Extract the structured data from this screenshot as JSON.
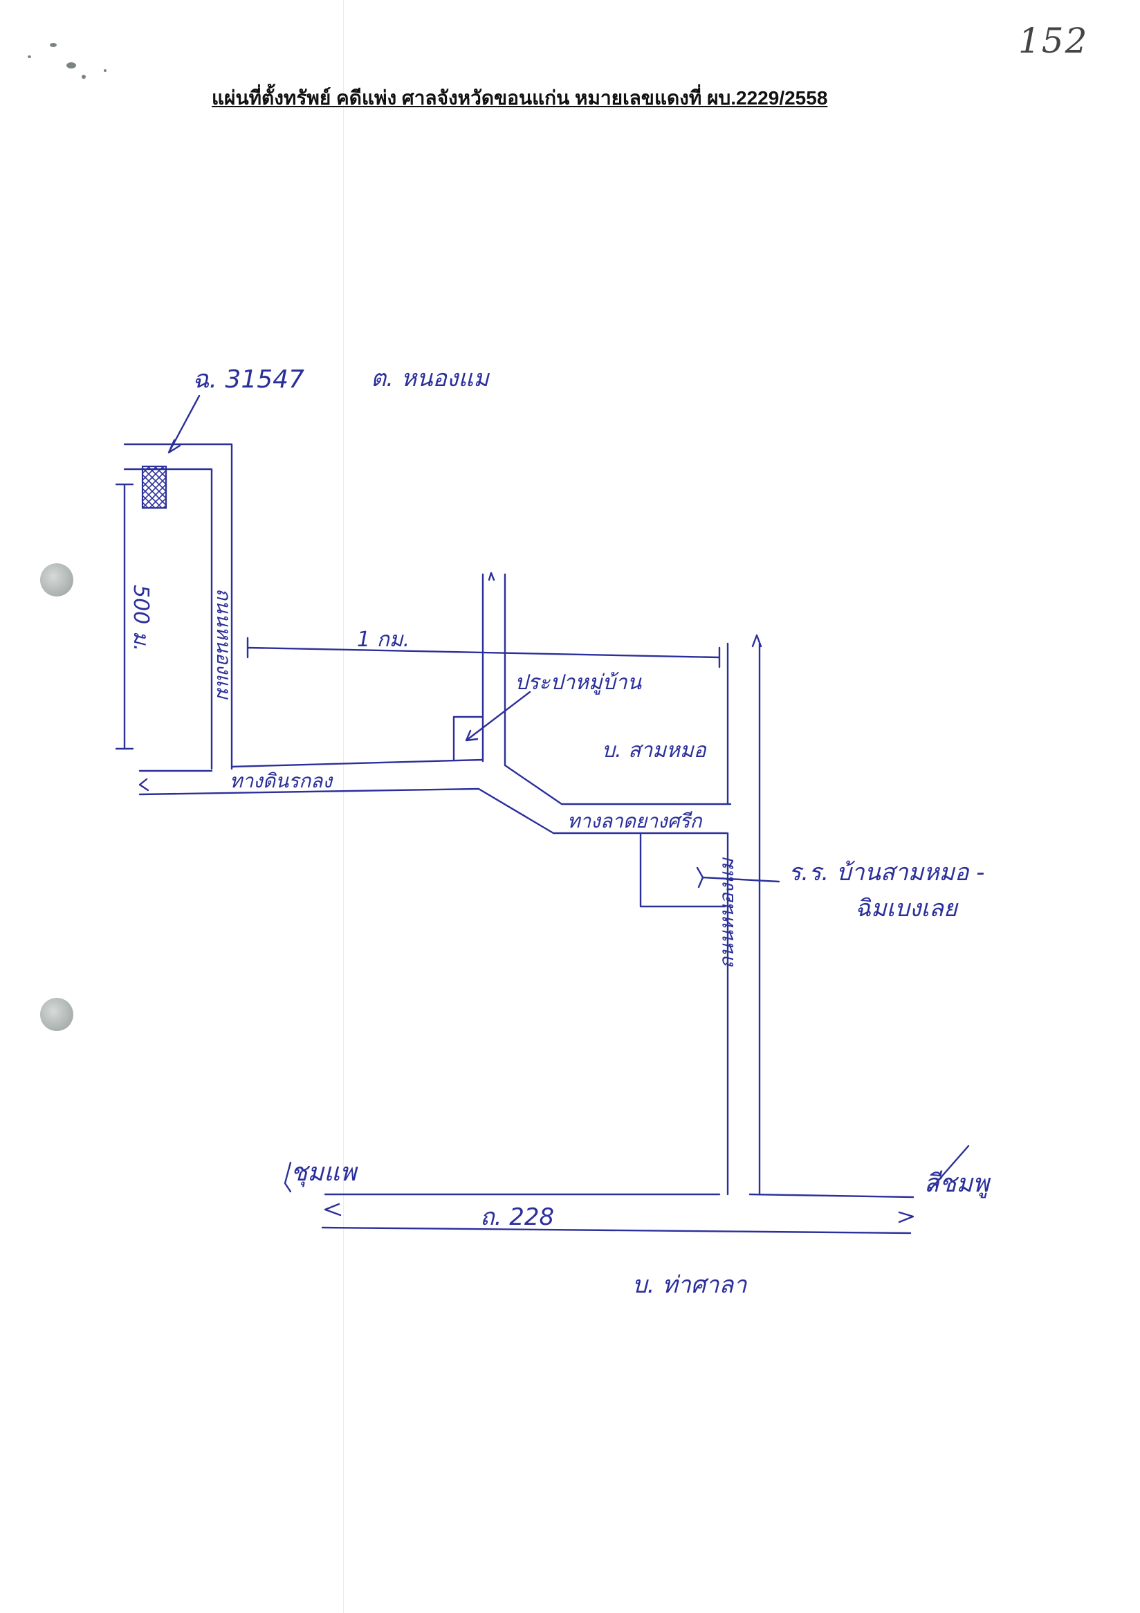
{
  "document": {
    "page_number": "152",
    "title": "แผ่นที่ตั้งทรัพย์ คดีแพ่ง ศาลจังหวัดขอนแก่น  หมายเลขแดงที่ ผบ.2229/2558"
  },
  "map": {
    "ink_color": "#2b2f9a",
    "labels": {
      "parcel": "ฉ. 31547",
      "parcel_owner": "ต. หนองแม",
      "distance_vertical": "500 ม.",
      "road_left_vertical": "ถนนหนองแม",
      "distance_horizontal": "1 กม.",
      "water_tank": "ประปาหมู่บ้าน",
      "village_upper": "บ. สามหมอ",
      "road_upper": "ทางดินรกลง",
      "road_middle": "ทางลาดยางศรีก",
      "school_line1": "ร.ร. บ้านสามหมอ -",
      "school_line2": "ฉิมเบงเลย",
      "road_right_vertical": "ถนนหนองแม",
      "west_destination": "ชุมแพ",
      "highway": "ถ. 228",
      "east_destination": "สีชมพู",
      "village_lower": "บ. ท่าศาลา"
    }
  }
}
